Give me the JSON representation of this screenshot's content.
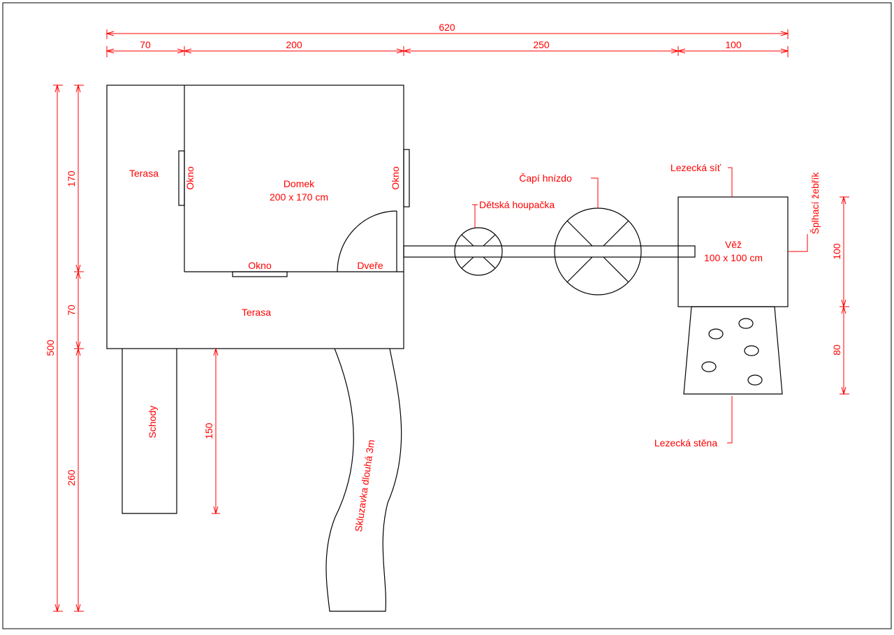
{
  "colors": {
    "outline": "#000000",
    "annotation": "#ff0000",
    "background": "#ffffff"
  },
  "dimensions": {
    "top_total": "620",
    "top_seg1": "70",
    "top_seg2": "200",
    "top_seg3": "250",
    "top_seg4": "100",
    "left_total": "500",
    "left_seg1": "170",
    "left_seg2": "70",
    "left_seg3": "260",
    "stairs": "150",
    "tower": "100",
    "wall": "80"
  },
  "labels": {
    "terasa_upper": "Terasa",
    "okno_left": "Okno",
    "domek_line1": "Domek",
    "domek_line2": "200 x 170 cm",
    "okno_right": "Okno",
    "okno_bottom": "Okno",
    "dvere": "Dveře",
    "terasa_lower": "Terasa",
    "schody": "Schody",
    "skluzavka": "Skluzavka dlouhá 3m",
    "detska_houpacka": "Dětská houpačka",
    "capi_hnizdo": "Čapí hnízdo",
    "lezecka_sit": "Lezecká síť",
    "splhaci_zebrik": "Šplhací žebřík",
    "vez_line1": "Věž",
    "vez_line2": "100 x 100 cm",
    "lezecka_stena": "Lezecká stěna"
  }
}
